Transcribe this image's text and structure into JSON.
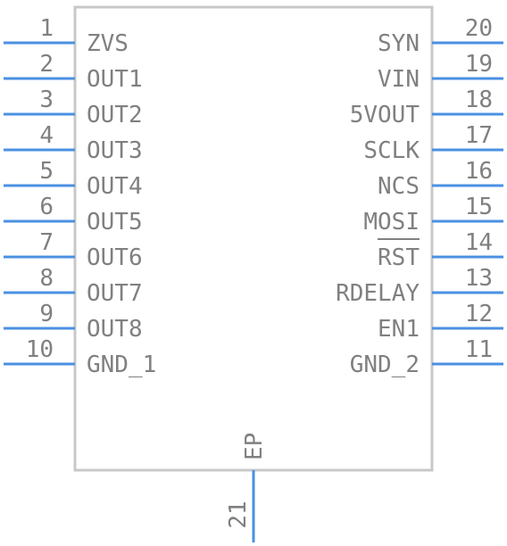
{
  "component": {
    "left_pins": [
      {
        "number": "1",
        "name": "ZVS"
      },
      {
        "number": "2",
        "name": "OUT1"
      },
      {
        "number": "3",
        "name": "OUT2"
      },
      {
        "number": "4",
        "name": "OUT3"
      },
      {
        "number": "5",
        "name": "OUT4"
      },
      {
        "number": "6",
        "name": "OUT5"
      },
      {
        "number": "7",
        "name": "OUT6"
      },
      {
        "number": "8",
        "name": "OUT7"
      },
      {
        "number": "9",
        "name": "OUT8"
      },
      {
        "number": "10",
        "name": "GND_1"
      }
    ],
    "right_pins": [
      {
        "number": "20",
        "name": "SYN"
      },
      {
        "number": "19",
        "name": "VIN"
      },
      {
        "number": "18",
        "name": "5VOUT"
      },
      {
        "number": "17",
        "name": "SCLK"
      },
      {
        "number": "16",
        "name": "NCS"
      },
      {
        "number": "15",
        "name": "MOSI"
      },
      {
        "number": "14",
        "name": "RST"
      },
      {
        "number": "13",
        "name": "RDELAY"
      },
      {
        "number": "12",
        "name": "EN1"
      },
      {
        "number": "11",
        "name": "GND_2"
      }
    ],
    "bottom_pins": [
      {
        "number": "21",
        "name": "EP"
      }
    ],
    "colors": {
      "pin": "#4a90e2",
      "body": "#c8c8c8",
      "text": "#808080"
    }
  }
}
